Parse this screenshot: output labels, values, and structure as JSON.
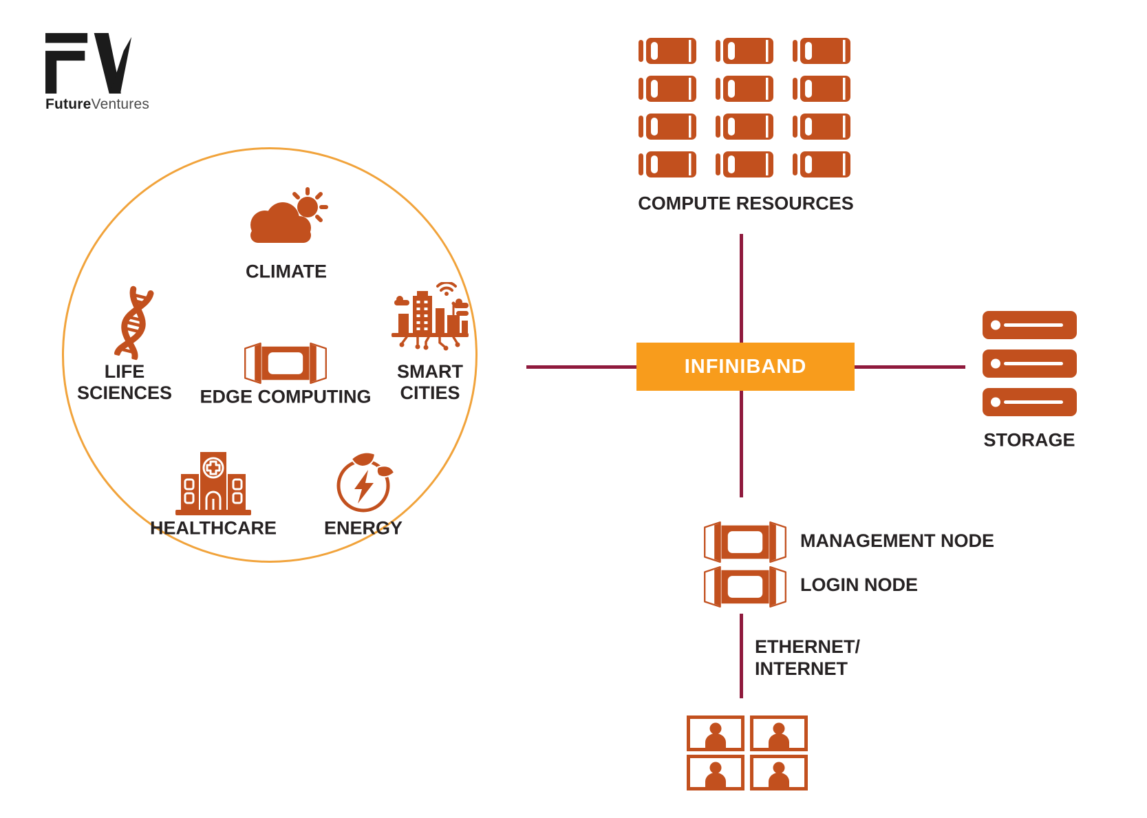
{
  "logo": {
    "glyph": "FV",
    "brand_bold": "Future",
    "brand_light": "Ventures"
  },
  "colors": {
    "icon_orange": "#C2501E",
    "circle_amber": "#F1A33B",
    "interconnect_orange": "#F89C1C",
    "connector_maroon": "#8F1A3D",
    "text_dark": "#262223"
  },
  "workloads": {
    "items": [
      {
        "id": "climate",
        "label": "CLIMATE",
        "icon": "cloud-sun-icon"
      },
      {
        "id": "life-sciences",
        "label": "LIFE SCIENCES",
        "icon": "dna-icon"
      },
      {
        "id": "edge-computing",
        "label": "EDGE COMPUTING",
        "icon": "node-icon"
      },
      {
        "id": "smart-cities",
        "label": "SMART CITIES",
        "icon": "smart-city-icon"
      },
      {
        "id": "healthcare",
        "label": "HEALTHCARE",
        "icon": "hospital-icon"
      },
      {
        "id": "energy",
        "label": "ENERGY",
        "icon": "energy-icon"
      }
    ]
  },
  "interconnect": {
    "label": "INFINIBAND"
  },
  "compute": {
    "label": "COMPUTE RESOURCES",
    "server_count": 12
  },
  "storage": {
    "label": "STORAGE",
    "drive_count": 3
  },
  "management_node": {
    "label": "MANAGEMENT NODE"
  },
  "login_node": {
    "label": "LOGIN NODE"
  },
  "network": {
    "line1": "ETHERNET/",
    "line2": "INTERNET"
  },
  "users": {
    "count": 4
  }
}
